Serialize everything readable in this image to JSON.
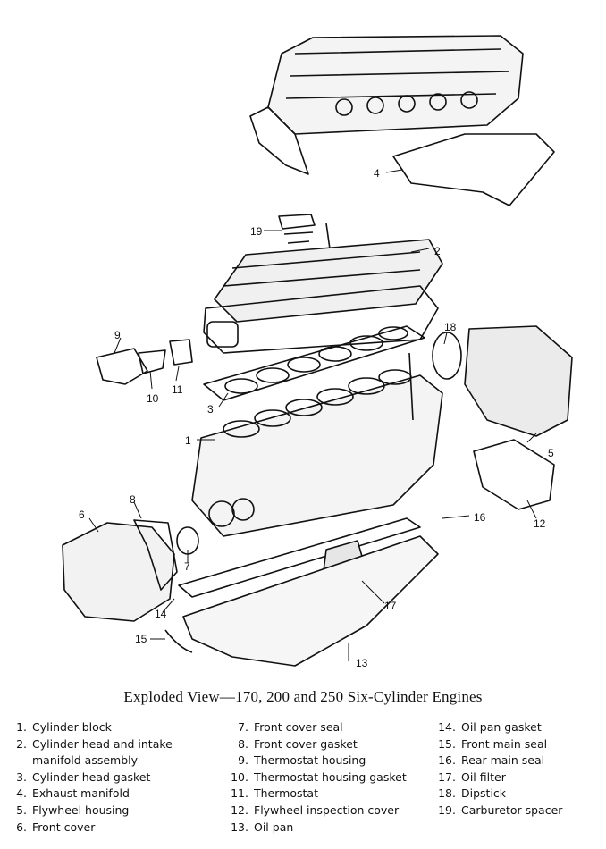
{
  "caption": "Exploded View—170, 200 and 250 Six-Cylinder Engines",
  "callouts": [
    "1",
    "2",
    "3",
    "4",
    "5",
    "6",
    "7",
    "8",
    "9",
    "10",
    "11",
    "12",
    "13",
    "14",
    "15",
    "16",
    "17",
    "18",
    "19"
  ],
  "legend": [
    {
      "num": "1.",
      "label": "Cylinder block"
    },
    {
      "num": "2.",
      "label": "Cylinder head and intake",
      "cont": "manifold assembly"
    },
    {
      "num": "3.",
      "label": "Cylinder head gasket"
    },
    {
      "num": "4.",
      "label": "Exhaust manifold"
    },
    {
      "num": "5.",
      "label": "Flywheel housing"
    },
    {
      "num": "6.",
      "label": "Front cover"
    },
    {
      "num": "7.",
      "label": "Front cover seal"
    },
    {
      "num": "8.",
      "label": "Front cover gasket"
    },
    {
      "num": "9.",
      "label": "Thermostat housing"
    },
    {
      "num": "10.",
      "label": "Thermostat housing gasket"
    },
    {
      "num": "11.",
      "label": "Thermostat"
    },
    {
      "num": "12.",
      "label": "Flywheel inspection cover"
    },
    {
      "num": "13.",
      "label": "Oil pan"
    },
    {
      "num": "14.",
      "label": "Oil pan gasket"
    },
    {
      "num": "15.",
      "label": "Front main seal"
    },
    {
      "num": "16.",
      "label": "Rear main seal"
    },
    {
      "num": "17.",
      "label": "Oil filter"
    },
    {
      "num": "18.",
      "label": "Dipstick"
    },
    {
      "num": "19.",
      "label": "Carburetor spacer"
    }
  ]
}
